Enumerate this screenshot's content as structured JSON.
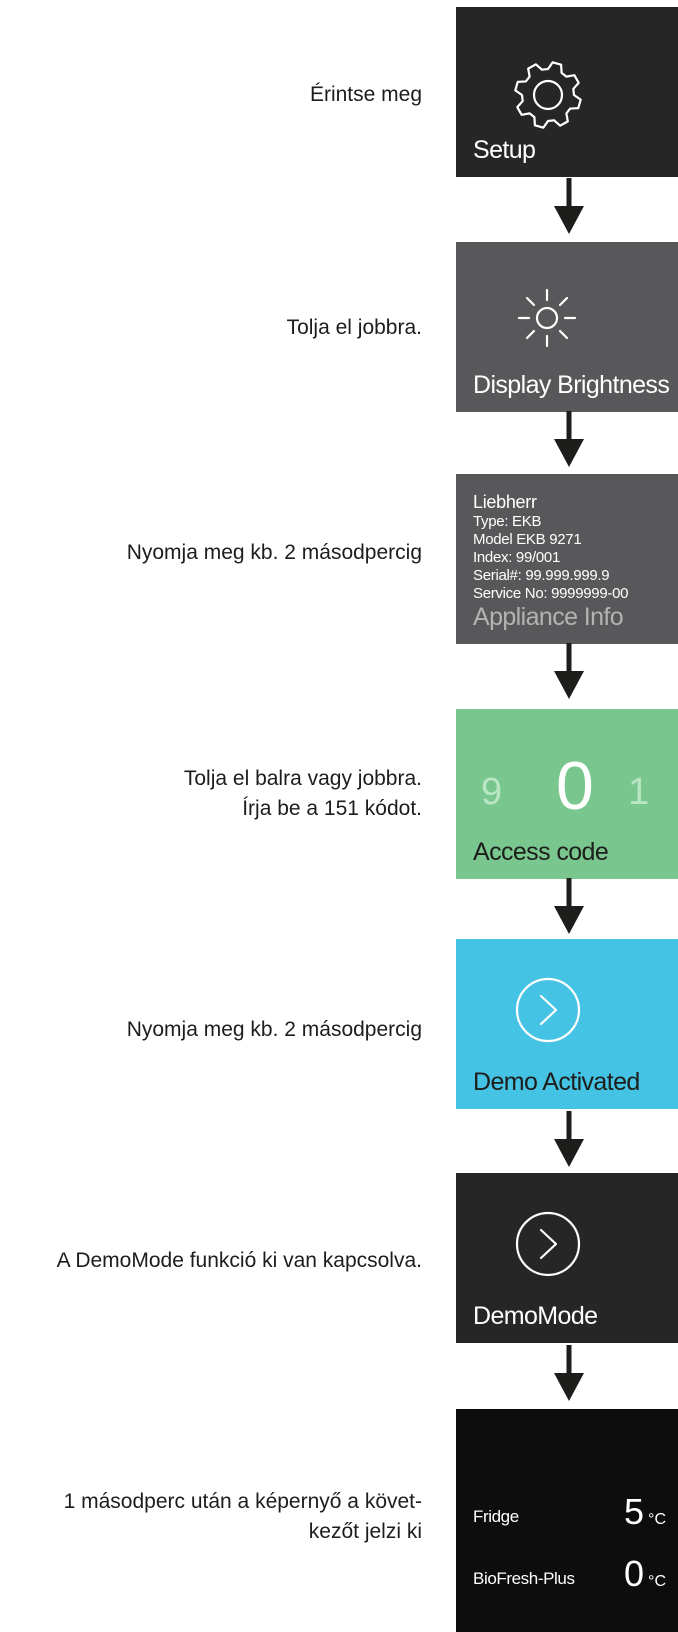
{
  "steps": [
    {
      "instruction": [
        "Érintse meg"
      ],
      "label": "Setup",
      "bg": "#262626",
      "icon": "gear-icon"
    },
    {
      "instruction": [
        "Tolja el jobbra."
      ],
      "label": "Display Brightness",
      "bg": "#58585a",
      "icon": "sun-icon"
    },
    {
      "instruction": [
        "Nyomja meg kb. 2 másodpercig"
      ],
      "label": "Appliance Info",
      "bg": "#58585a",
      "label_color": "#b3b3b3",
      "info": {
        "title": "Liebherr",
        "lines": [
          "Type: EKB",
          "Model EKB 9271",
          "Index: 99/001",
          "Serial#: 99.999.999.9",
          "Service No: 9999999-00"
        ]
      }
    },
    {
      "instruction": [
        "Tolja el balra vagy jobbra.",
        "Írja be a 151 kódot."
      ],
      "label": "Access code",
      "bg": "#79c78f",
      "label_color": "#1d1d1b",
      "digits": {
        "left": "9",
        "center": "0",
        "right": "1"
      }
    },
    {
      "instruction": [
        "Nyomja meg kb. 2 másodpercig"
      ],
      "label": "Demo Activated",
      "bg": "#45c3e4",
      "label_color": "#1d1d1b",
      "icon": "chevron-circle-icon"
    },
    {
      "instruction": [
        "A DemoMode funkció ki van kapcsolva."
      ],
      "label": "DemoMode",
      "bg": "#262626",
      "icon": "chevron-circle-icon"
    },
    {
      "instruction": [
        "1 másodperc után a képernyő a követ-",
        "kezőt jelzi ki"
      ],
      "bg": "#0d0d0d",
      "temps": [
        {
          "name": "Fridge",
          "value": "5",
          "unit": "°C"
        },
        {
          "name": "BioFresh-Plus",
          "value": "0",
          "unit": "°C"
        }
      ]
    }
  ]
}
